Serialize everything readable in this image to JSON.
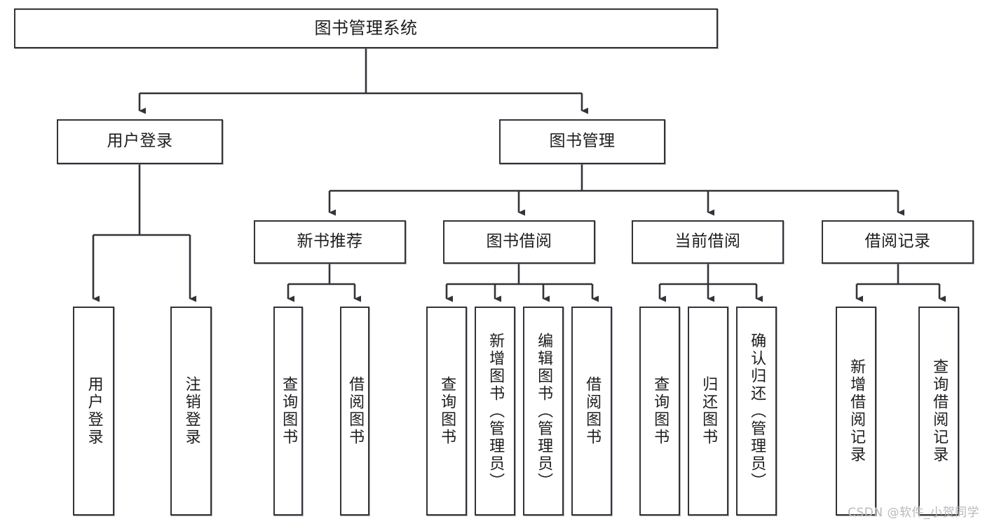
{
  "diagram": {
    "title": "图书管理系统",
    "watermark": "CSDN @软件_小贺同学",
    "edge_color": "#33333a",
    "box_border_color": "#33333a",
    "box_fill_color": "#ffffff",
    "text_color": "#1d1d20",
    "background_color": "#ffffff",
    "root": {
      "label": "图书管理系统"
    },
    "level2": [
      {
        "label": "用户登录"
      },
      {
        "label": "图书管理"
      }
    ],
    "level3": [
      {
        "label": "新书推荐"
      },
      {
        "label": "图书借阅"
      },
      {
        "label": "当前借阅"
      },
      {
        "label": "借阅记录"
      }
    ],
    "leaves": {
      "user_login": [
        {
          "label": "用户登录"
        },
        {
          "label": "注销登录"
        }
      ],
      "new_book_recommend": [
        {
          "label": "查询图书"
        },
        {
          "label": "借阅图书"
        }
      ],
      "book_borrow": [
        {
          "label": "查询图书"
        },
        {
          "label": "新增图书（管理员）"
        },
        {
          "label": "编辑图书（管理员）"
        },
        {
          "label": "借阅图书"
        }
      ],
      "current_borrow": [
        {
          "label": "查询图书"
        },
        {
          "label": "归还图书"
        },
        {
          "label": "确认归还（管理员）"
        }
      ],
      "borrow_record": [
        {
          "label": "新增借阅记录"
        },
        {
          "label": "查询借阅记录"
        }
      ]
    }
  }
}
